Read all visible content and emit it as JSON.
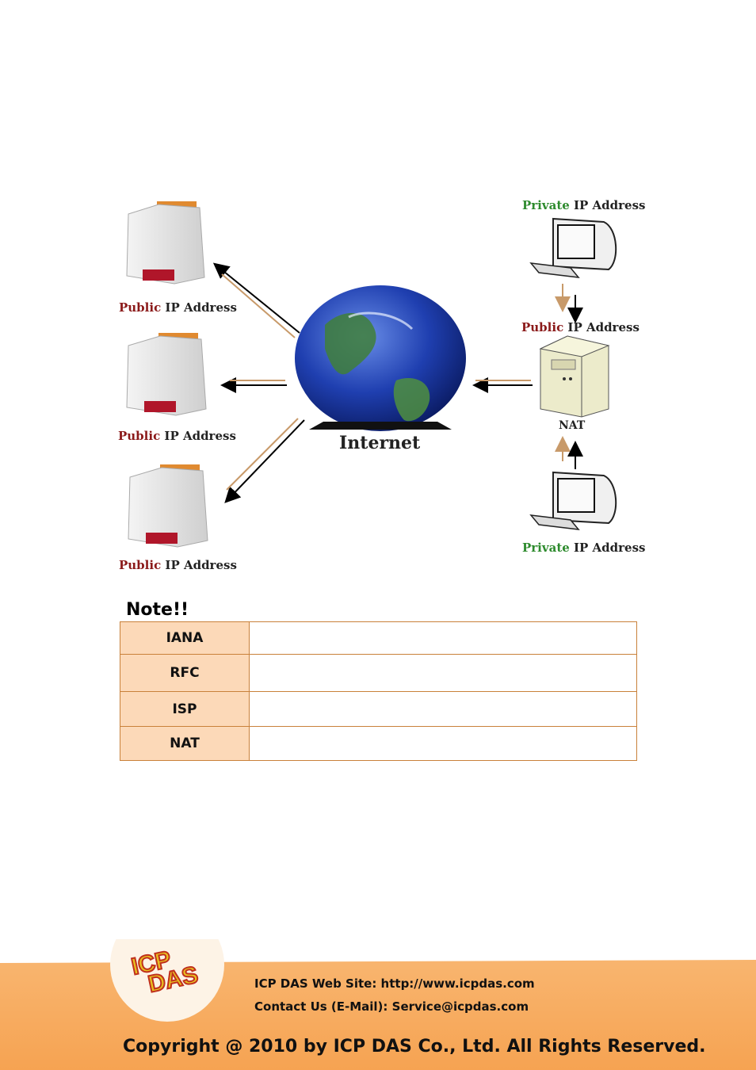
{
  "diagram": {
    "left_labels": [
      "Public IP Address",
      "Public IP Address",
      "Public IP Address"
    ],
    "center_label": "Internet",
    "right_top_label": "Private IP Address",
    "right_mid_label": "Public IP Address",
    "nat_label": "NAT",
    "right_bottom_label": "Private IP Address",
    "colors": {
      "green": "#2e8b2e",
      "red": "#8b1a1a",
      "tan_arrow": "#c89a6a"
    }
  },
  "note": {
    "title": "Note!!",
    "rows": [
      {
        "term": "IANA",
        "definition": ""
      },
      {
        "term": "RFC",
        "definition": ""
      },
      {
        "term": "ISP",
        "definition": ""
      },
      {
        "term": "NAT",
        "definition": ""
      }
    ]
  },
  "footer": {
    "logo_text": "ICP DAS",
    "web_site": "ICP DAS Web Site: http://www.icpdas.com",
    "contact": "Contact Us (E-Mail): Service@icpdas.com",
    "copyright": "Copyright @ 2010 by ICP DAS Co., Ltd. All Rights Reserved.",
    "band_color": "#f7a55d"
  }
}
